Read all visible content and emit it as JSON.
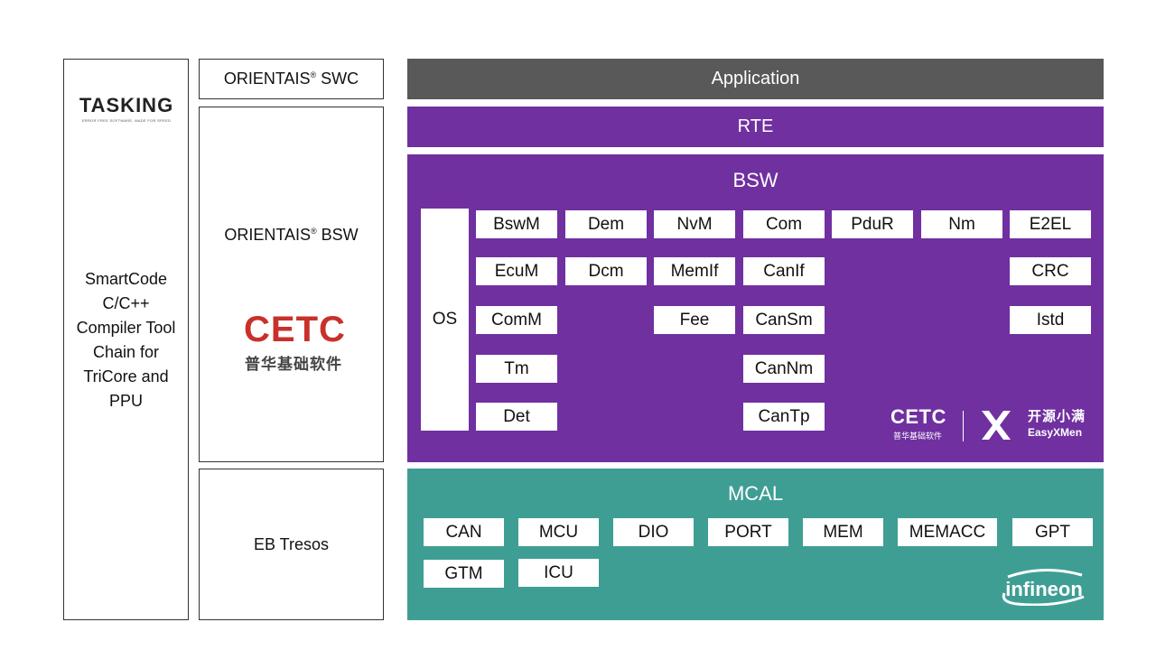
{
  "left_column": {
    "logo_word": "TASKING",
    "logo_tagline": "ERROR FREE SOFTWARE, MADE FOR SPEED",
    "text_lines": [
      "SmartCode",
      "C/C++",
      "Compiler Tool",
      "Chain for",
      "TriCore and",
      "PPU"
    ]
  },
  "middle_column": {
    "swc": {
      "name": "ORIENTAIS",
      "reg": "®",
      "suffix": " SWC"
    },
    "bsw": {
      "name": "ORIENTAIS",
      "reg": "®",
      "suffix": " BSW"
    },
    "cetc_logo_word": "CETC",
    "cetc_logo_cn": "普华基础软件",
    "eb": "EB Tresos"
  },
  "stack": {
    "application": "Application",
    "rte": "RTE",
    "bsw_title": "BSW",
    "os": "OS",
    "bsw_modules": [
      "BswM",
      "Dem",
      "NvM",
      "Com",
      "PduR",
      "Nm",
      "E2EL",
      "EcuM",
      "Dcm",
      "MemIf",
      "CanIf",
      "CRC",
      "ComM",
      "Fee",
      "CanSm",
      "Istd",
      "Tm",
      "CanNm",
      "Det",
      "CanTp"
    ],
    "bsw_logos": {
      "cetc_word": "CETC",
      "cetc_cn": "普华基础软件",
      "easyxmen_cn": "开源小满",
      "easyxmen_en": "EasyXMen"
    },
    "mcal_title": "MCAL",
    "mcal_modules": [
      "CAN",
      "MCU",
      "DIO",
      "PORT",
      "MEM",
      "MEMACC",
      "GPT",
      "GTM",
      "ICU"
    ],
    "mcal_logo": "infineon"
  },
  "colors": {
    "application": "#595959",
    "rte_bsw": "#7030a0",
    "mcal": "#3e9e94",
    "cetc_red": "#c8312a"
  }
}
